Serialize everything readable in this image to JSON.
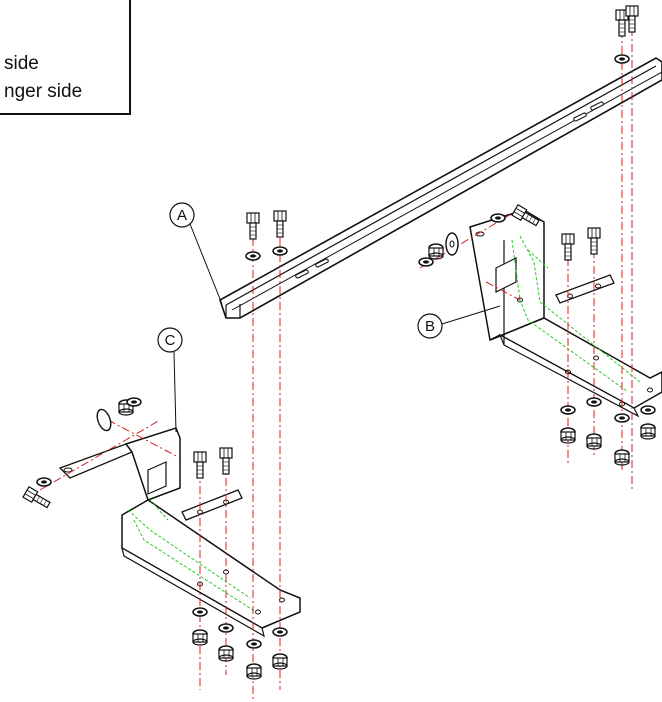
{
  "legend": {
    "line_1": "side",
    "line_2": "nger side"
  },
  "callouts": {
    "a": "A",
    "b": "B",
    "c": "C"
  },
  "colors": {
    "line": "#111111",
    "centerline": "#d42020",
    "hidden_edge": "#22cc22"
  }
}
